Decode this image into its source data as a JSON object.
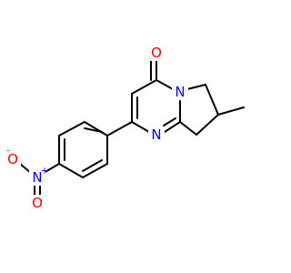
{
  "molecule": {
    "atoms": {
      "O_carbonyl": {
        "symbol": "O",
        "color": "#ff0000"
      },
      "N_bridge": {
        "symbol": "N",
        "color": "#0000ff"
      },
      "N_ring": {
        "symbol": "N",
        "color": "#0000ff"
      },
      "N_nitro": {
        "symbol": "N",
        "color": "#0000ff",
        "charge": "+"
      },
      "O_nitro_single": {
        "symbol": "O",
        "color": "#ff0000",
        "charge": "-"
      },
      "O_nitro_double": {
        "symbol": "O",
        "color": "#ff0000"
      }
    }
  }
}
